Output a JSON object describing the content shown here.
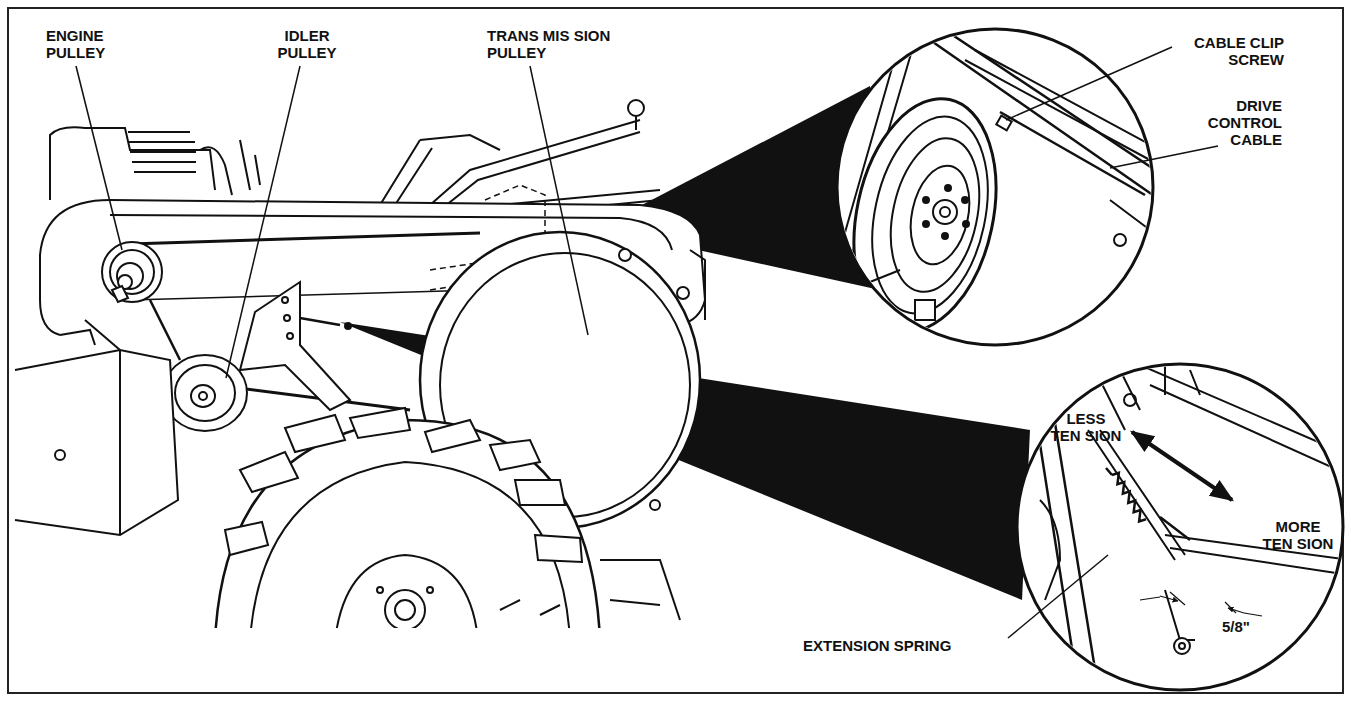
{
  "diagram": {
    "labels": [
      "ENGINE PULLEY",
      "IDLER PULLEY",
      "TRANS MIS SION PULLEY",
      "CABLE CLIP SCREW",
      "DRIVE CONTROL CABLE",
      "LESS TEN SION",
      "MORE TEN SION",
      "5/8\"",
      "EXTENSION SPRING"
    ]
  }
}
